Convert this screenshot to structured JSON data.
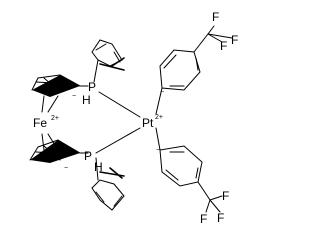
{
  "molecule": {
    "atoms": {
      "fe": "Fe",
      "fe_charge": "2+",
      "pt": "Pt",
      "pt_charge": "2+",
      "p_top": "P",
      "h_top": "H",
      "p_bottom": "P",
      "h_bottom": "H",
      "f_top_1": "F",
      "f_top_2": "F",
      "f_top_3": "F",
      "f_bottom_1": "F",
      "f_bottom_2": "F",
      "f_bottom_3": "F"
    },
    "charges": {
      "cp_top": "−",
      "cp_bottom": "−",
      "aryl_top": "−",
      "aryl_bottom": "−"
    }
  }
}
